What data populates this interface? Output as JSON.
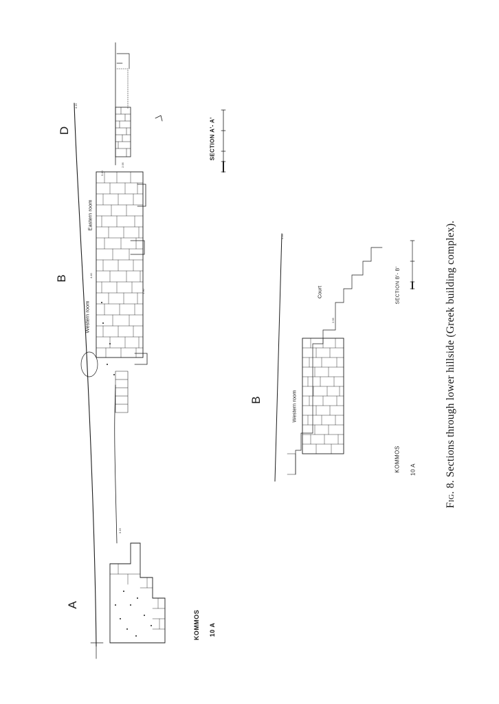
{
  "figure": {
    "caption_prefix": "Fig. 8.",
    "caption_text": "Sections through lower hillside (Greek building complex)."
  },
  "section_aa": {
    "title": "SECTION  A'- A'",
    "site_label": "KOMMOS",
    "site_number": "10 A",
    "markers": [
      "A",
      "B",
      "D"
    ],
    "rooms": [
      "Western room",
      "Eastern room"
    ]
  },
  "section_bb": {
    "title": "SECTION  B'- B'",
    "site_label": "KOMMOS",
    "site_number": "10 A",
    "markers": [
      "B"
    ],
    "rooms": [
      "Western room",
      "Court"
    ]
  }
}
